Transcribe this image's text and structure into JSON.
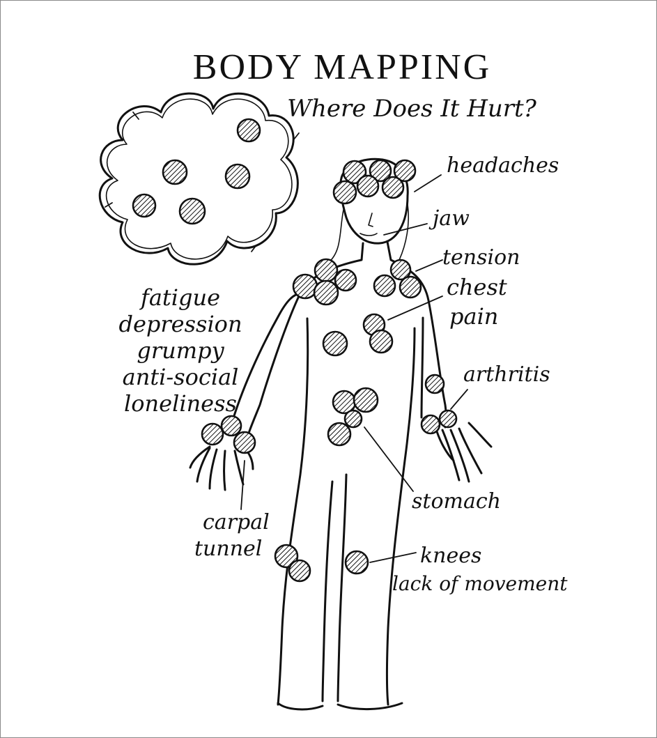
{
  "title": "BODY MAPPING",
  "subtitle": "Where Does It Hurt?",
  "mind_symptoms": [
    "fatigue",
    "depression",
    "grumpy",
    "anti-social",
    "loneliness"
  ],
  "labels": {
    "headaches": "headaches",
    "jaw": "jaw",
    "tension": "tension",
    "chest_line1": "chest",
    "chest_line2": "pain",
    "arthritis": "arthritis",
    "stomach": "stomach",
    "carpal_line1": "carpal",
    "carpal_line2": "tunnel",
    "knees": "knees",
    "movement": "lack of movement"
  },
  "colors": {
    "ink": "#111111",
    "paper": "#ffffff"
  }
}
